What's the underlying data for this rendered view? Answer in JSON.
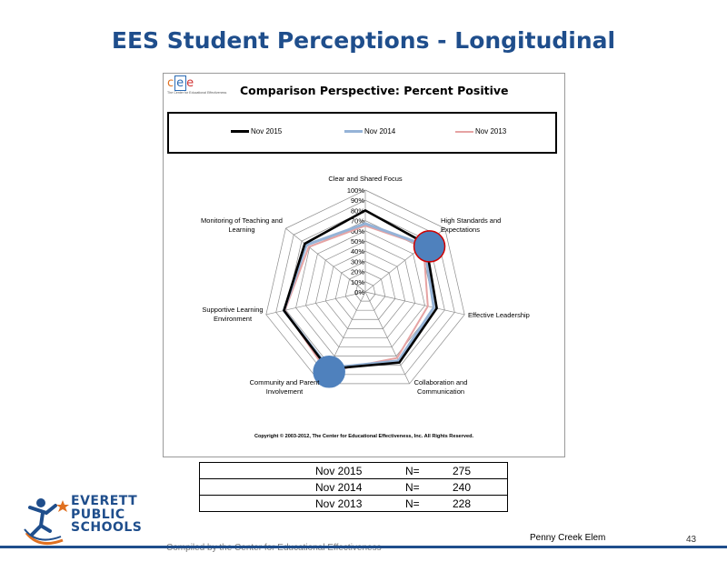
{
  "slide": {
    "title": "EES Student Perceptions - Longitudinal",
    "school": "Penny Creek Elem",
    "page_number": "43",
    "compiled_by": "Compiled by the Center for Educational Effectiveness"
  },
  "cee_logo": {
    "c": "c",
    "e1": "e",
    "e2": "e",
    "tagline": "The Center for Educational Effectiveness"
  },
  "district_logo": {
    "line1": "EVERETT",
    "line2": "PUBLIC",
    "line3": "SCHOOLS"
  },
  "colors": {
    "title_blue": "#1f4e8c",
    "nov2015": "#000000",
    "nov2014": "#95b3d7",
    "nov2013": "#e6a3a3",
    "marker_fill": "#4f81bd",
    "marker_ring": "#d00000"
  },
  "chart_data": {
    "type": "radar",
    "title": "Comparison Perspective: Percent Positive",
    "axes": [
      "Clear and Shared Focus",
      "High Standards and Expectations",
      "Effective Leadership",
      "Collaboration and Communication",
      "Community and Parent Involvement",
      "Supportive Learning Environment",
      "Monitoring of Teaching and Learning"
    ],
    "axis_labels": [
      [
        "Clear and Shared Focus"
      ],
      [
        "High Standards and",
        "Expectations"
      ],
      [
        "Effective Leadership"
      ],
      [
        "Collaboration and",
        "Communication"
      ],
      [
        "Community and Parent",
        "Involvement"
      ],
      [
        "Supportive Learning",
        "Environment"
      ],
      [
        "Monitoring of Teaching and",
        "Learning"
      ]
    ],
    "ticks": [
      "0%",
      "10%",
      "20%",
      "30%",
      "40%",
      "50%",
      "60%",
      "70%",
      "80%",
      "90%",
      "100%"
    ],
    "range": [
      0,
      100
    ],
    "series": [
      {
        "name": "Nov 2015",
        "values": [
          80,
          76,
          72,
          77,
          84,
          82,
          76
        ]
      },
      {
        "name": "Nov 2014",
        "values": [
          67,
          74,
          69,
          75,
          83,
          82,
          74
        ]
      },
      {
        "name": "Nov 2013",
        "values": [
          65,
          73,
          63,
          72,
          87,
          81,
          71
        ]
      }
    ],
    "highlighted_axes": [
      1,
      4
    ],
    "copyright": "Copyright © 2003-2012, The Center for Educational Effectiveness, Inc.  All Rights Reserved."
  },
  "n_table": {
    "rows": [
      {
        "label": "Nov 2015",
        "n": "N=",
        "value": "275"
      },
      {
        "label": "Nov 2014",
        "n": "N=",
        "value": "240"
      },
      {
        "label": "Nov 2013",
        "n": "N=",
        "value": "228"
      }
    ]
  }
}
